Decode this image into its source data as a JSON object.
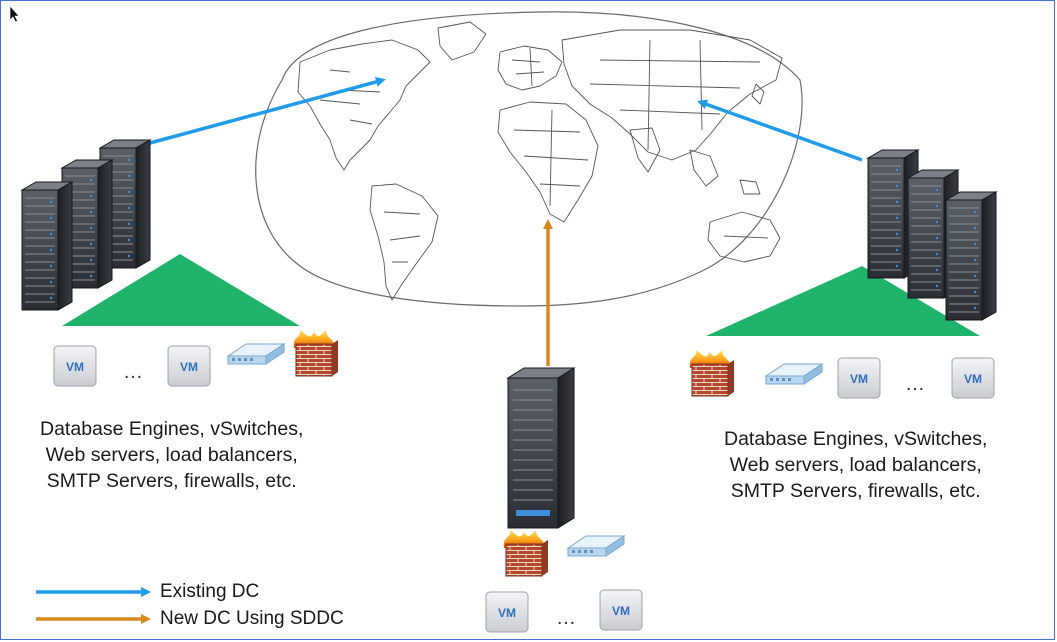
{
  "left_dc": {
    "caption_lines": [
      "Database Engines, vSwitches,",
      "Web servers, load balancers,",
      "SMTP Servers, firewalls, etc."
    ],
    "vm_label": "VM",
    "ellipsis": "…"
  },
  "right_dc": {
    "caption_lines": [
      "Database Engines, vSwitches,",
      "Web servers, load balancers,",
      "SMTP Servers, firewalls, etc."
    ],
    "vm_label": "VM",
    "ellipsis": "…"
  },
  "new_dc": {
    "vm_label": "VM",
    "ellipsis": "…"
  },
  "legend": {
    "existing": {
      "label": "Existing DC",
      "color": "#1f9bea"
    },
    "new": {
      "label": "New DC Using SDDC",
      "color": "#d58a1c"
    }
  },
  "colors": {
    "triangle": "#20b36c",
    "existing_arrow": "#1f9bea",
    "new_arrow": "#d58a1c"
  }
}
